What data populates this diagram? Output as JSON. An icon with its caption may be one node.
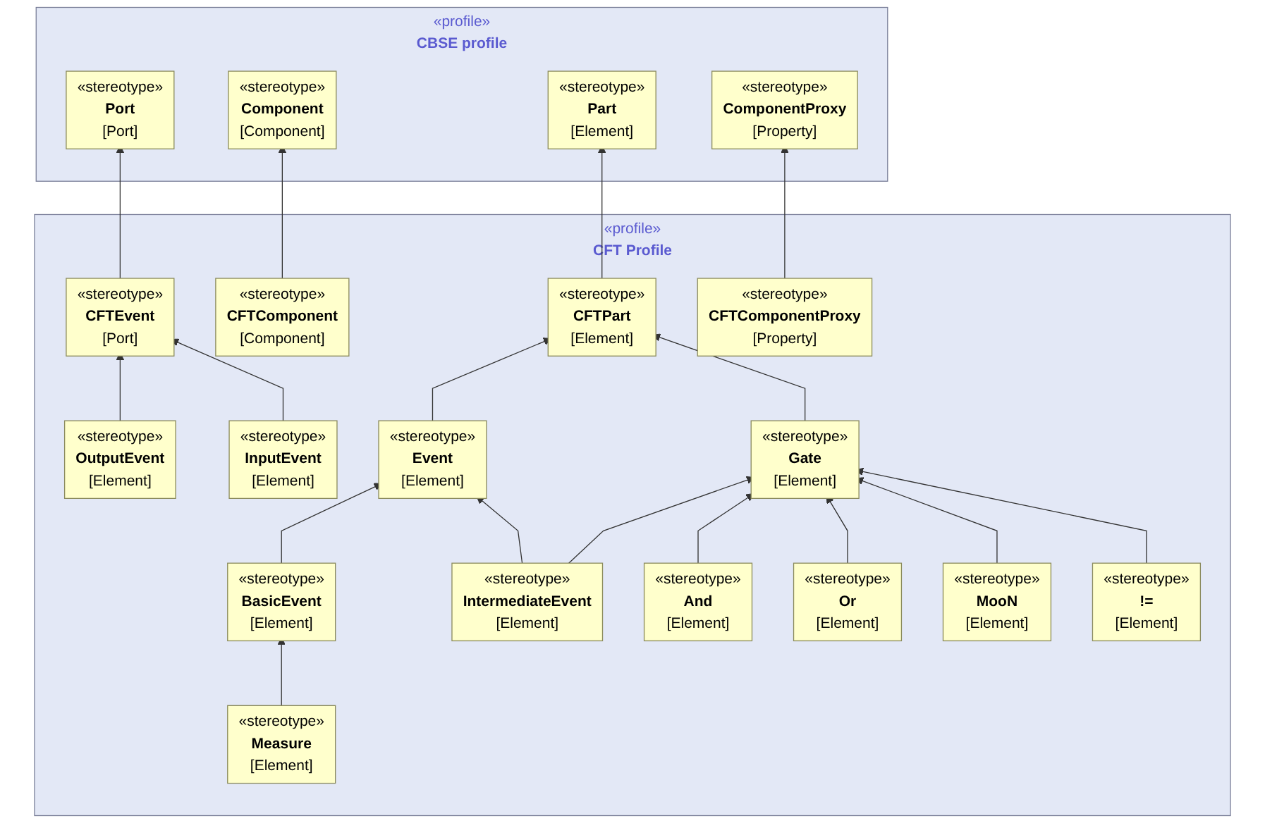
{
  "diagram": {
    "nodes": [
      {
        "text": [
          "«profile»",
          "CBSE profile"
        ]
      },
      {
        "text": [
          "«stereotype»",
          "Port",
          "[Port]"
        ],
        "in": 0
      },
      {
        "text": [
          "«stereotype»",
          "Component",
          "[Component]"
        ],
        "in": 0
      },
      {
        "text": [
          "«stereotype»",
          "Part",
          "[Element]"
        ],
        "in": 0
      },
      {
        "text": [
          "«stereotype»",
          "ComponentProxy",
          "[Property]"
        ],
        "in": 0
      },
      {
        "text": [
          "«profile»",
          "CFT Profile"
        ]
      },
      {
        "text": [
          "«stereotype»",
          "CFTEvent",
          "[Port]"
        ],
        "in": 5
      },
      {
        "text": [
          "«stereotype»",
          "CFTComponent",
          "[Component]"
        ],
        "in": 5
      },
      {
        "text": [
          "«stereotype»",
          "CFTPart",
          "[Element]"
        ],
        "in": 5
      },
      {
        "text": [
          "«stereotype»",
          "CFTComponentProxy",
          "[Property]"
        ],
        "in": 5
      },
      {
        "text": [
          "«stereotype»",
          "OutputEvent",
          "[Element]"
        ],
        "in": 5
      },
      {
        "text": [
          "«stereotype»",
          "InputEvent",
          "[Element]"
        ],
        "in": 5
      },
      {
        "text": [
          "«stereotype»",
          "Event",
          "[Element]"
        ],
        "in": 5
      },
      {
        "text": [
          "«stereotype»",
          "Gate",
          "[Element]"
        ],
        "in": 5
      },
      {
        "text": [
          "«stereotype»",
          "BasicEvent",
          "[Element]"
        ],
        "in": 5
      },
      {
        "text": [
          "«stereotype»",
          "IntermediateEvent",
          "[Element]"
        ],
        "in": 5
      },
      {
        "text": [
          "«stereotype»",
          "And",
          "[Element]"
        ],
        "in": 5
      },
      {
        "text": [
          "«stereotype»",
          "Or",
          "[Element]"
        ],
        "in": 5
      },
      {
        "text": [
          "«stereotype»",
          "MooN",
          "[Element]"
        ],
        "in": 5
      },
      {
        "text": [
          "«stereotype»",
          "!=",
          "[Element]"
        ],
        "in": 5
      },
      {
        "text": [
          "«stereotype»",
          "Measure",
          "[Element]"
        ],
        "in": 5
      }
    ],
    "edges": [
      {
        "from": 6,
        "to": 1,
        "arrow": "to"
      },
      {
        "from": 7,
        "to": 2,
        "arrow": "to"
      },
      {
        "from": 8,
        "to": 3,
        "arrow": "to"
      },
      {
        "from": 9,
        "to": 4,
        "arrow": "to"
      },
      {
        "from": 10,
        "to": 6,
        "arrow": "to"
      },
      {
        "from": 11,
        "to": 6,
        "arrow": "to"
      },
      {
        "from": 12,
        "to": 8,
        "arrow": "to"
      },
      {
        "from": 13,
        "to": 8,
        "arrow": "to"
      },
      {
        "from": 14,
        "to": 12,
        "arrow": "to"
      },
      {
        "from": 15,
        "to": 12,
        "arrow": "to"
      },
      {
        "from": 15,
        "to": 13,
        "arrow": "to"
      },
      {
        "from": 16,
        "to": 13,
        "arrow": "to"
      },
      {
        "from": 17,
        "to": 13,
        "arrow": "to"
      },
      {
        "from": 18,
        "to": 13,
        "arrow": "to"
      },
      {
        "from": 19,
        "to": 13,
        "arrow": "to"
      },
      {
        "from": 20,
        "to": 14,
        "arrow": "to"
      }
    ]
  }
}
